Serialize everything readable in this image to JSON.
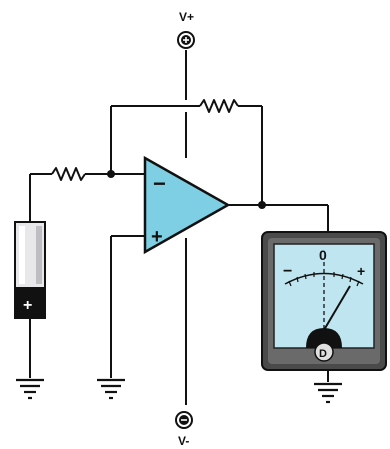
{
  "supply": {
    "positive_label": "V+",
    "negative_label": "V-",
    "positive_terminal_sign": "+",
    "negative_terminal_sign": "−"
  },
  "opamp": {
    "inverting_sign": "−",
    "non_inverting_sign": "+"
  },
  "battery": {
    "positive_sign": "+"
  },
  "meter": {
    "scale_left": "−",
    "scale_center": "0",
    "scale_right": "+",
    "knob_symbol": "D"
  },
  "colors": {
    "opamp_fill": "#7fcfe4",
    "meter_face": "#bfe6f0",
    "meter_body": "#4a4a4a",
    "battery_body": "#e8e8ea",
    "battery_cap": "#111111",
    "wire": "#111111",
    "ground": "#111111"
  },
  "icons": {
    "resistor": "zigzag-resistor-icon",
    "ground": "ground-symbol-icon",
    "terminal": "circle-terminal-icon"
  }
}
